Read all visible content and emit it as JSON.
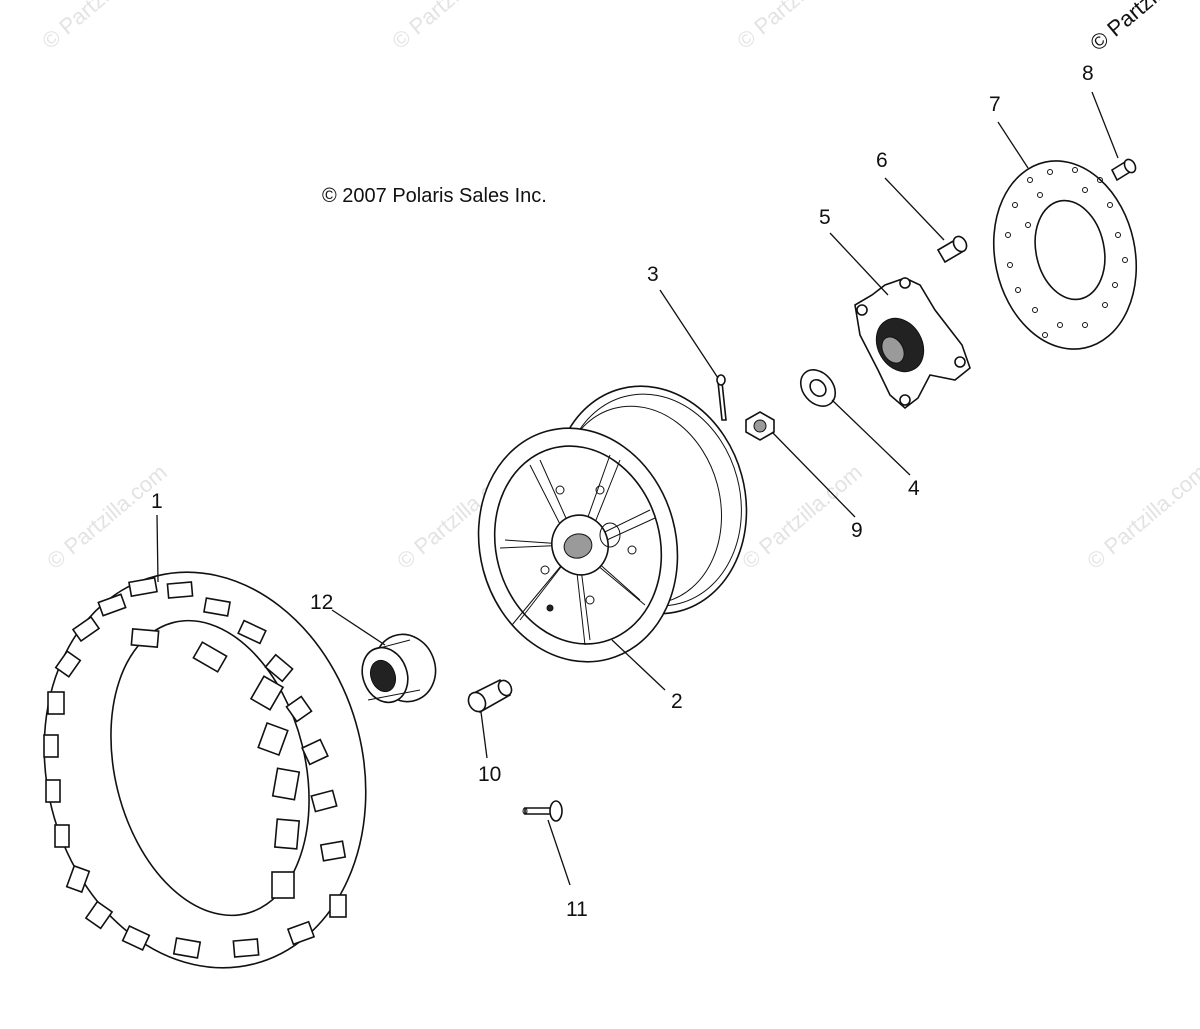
{
  "copyright": "© 2007 Polaris Sales Inc.",
  "watermarks": {
    "corner": "© Partzilla",
    "repeated": "© Partzilla.com"
  },
  "callouts": [
    {
      "id": "1",
      "label": "1",
      "part": "tire"
    },
    {
      "id": "2",
      "label": "2",
      "part": "wheel-rim"
    },
    {
      "id": "3",
      "label": "3",
      "part": "cotter-pin"
    },
    {
      "id": "4",
      "label": "4",
      "part": "washer"
    },
    {
      "id": "5",
      "label": "5",
      "part": "wheel-hub"
    },
    {
      "id": "6",
      "label": "6",
      "part": "hub-stud"
    },
    {
      "id": "7",
      "label": "7",
      "part": "brake-disc"
    },
    {
      "id": "8",
      "label": "8",
      "part": "disc-bolt"
    },
    {
      "id": "9",
      "label": "9",
      "part": "castle-nut"
    },
    {
      "id": "10",
      "label": "10",
      "part": "lug-nut"
    },
    {
      "id": "11",
      "label": "11",
      "part": "wheel-stud"
    },
    {
      "id": "12",
      "label": "12",
      "part": "center-cap"
    }
  ]
}
